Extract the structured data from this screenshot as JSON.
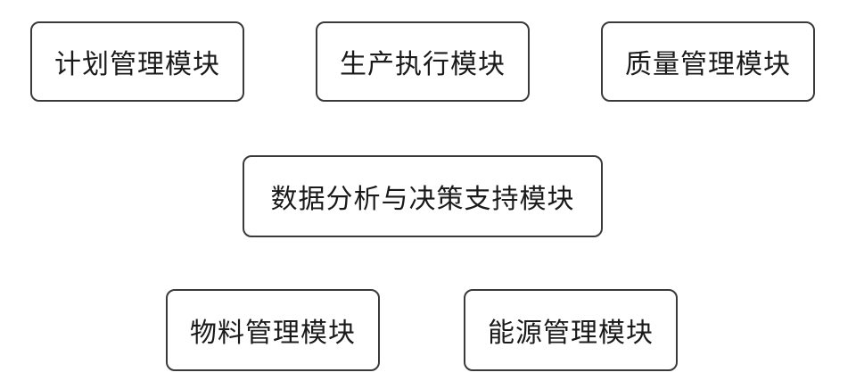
{
  "modules": {
    "planning": "计划管理模块",
    "production": "生产执行模块",
    "quality": "质量管理模块",
    "data_analysis": "数据分析与决策支持模块",
    "material": "物料管理模块",
    "energy": "能源管理模块"
  }
}
